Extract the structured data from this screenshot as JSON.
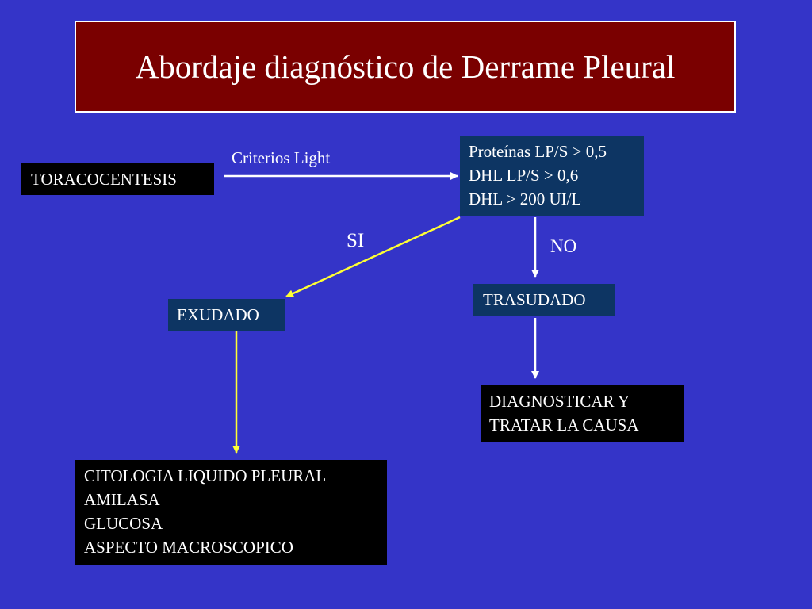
{
  "title": "Abordaje diagnóstico de Derrame Pleural",
  "nodes": {
    "toracocentesis": "TORACOCENTESIS",
    "criteria": [
      "Proteínas LP/S > 0,5",
      "DHL LP/S > 0,6",
      "DHL > 200 UI/L"
    ],
    "exudado": "EXUDADO",
    "trasudado": "TRASUDADO",
    "diagnosticar": [
      "DIAGNOSTICAR Y",
      "TRATAR LA CAUSA"
    ],
    "exudado_tests": [
      "CITOLOGIA LIQUIDO PLEURAL",
      "AMILASA",
      "GLUCOSA",
      "ASPECTO MACROSCOPICO"
    ]
  },
  "edge_labels": {
    "criterios_light": "Criterios Light",
    "si": "SI",
    "no": "NO"
  },
  "colors": {
    "background": "#3434c8",
    "title_fill": "#7a0000",
    "navy_box": "#0d3563",
    "yes_arrow": "#ffff33",
    "arrow": "#ffffff"
  }
}
